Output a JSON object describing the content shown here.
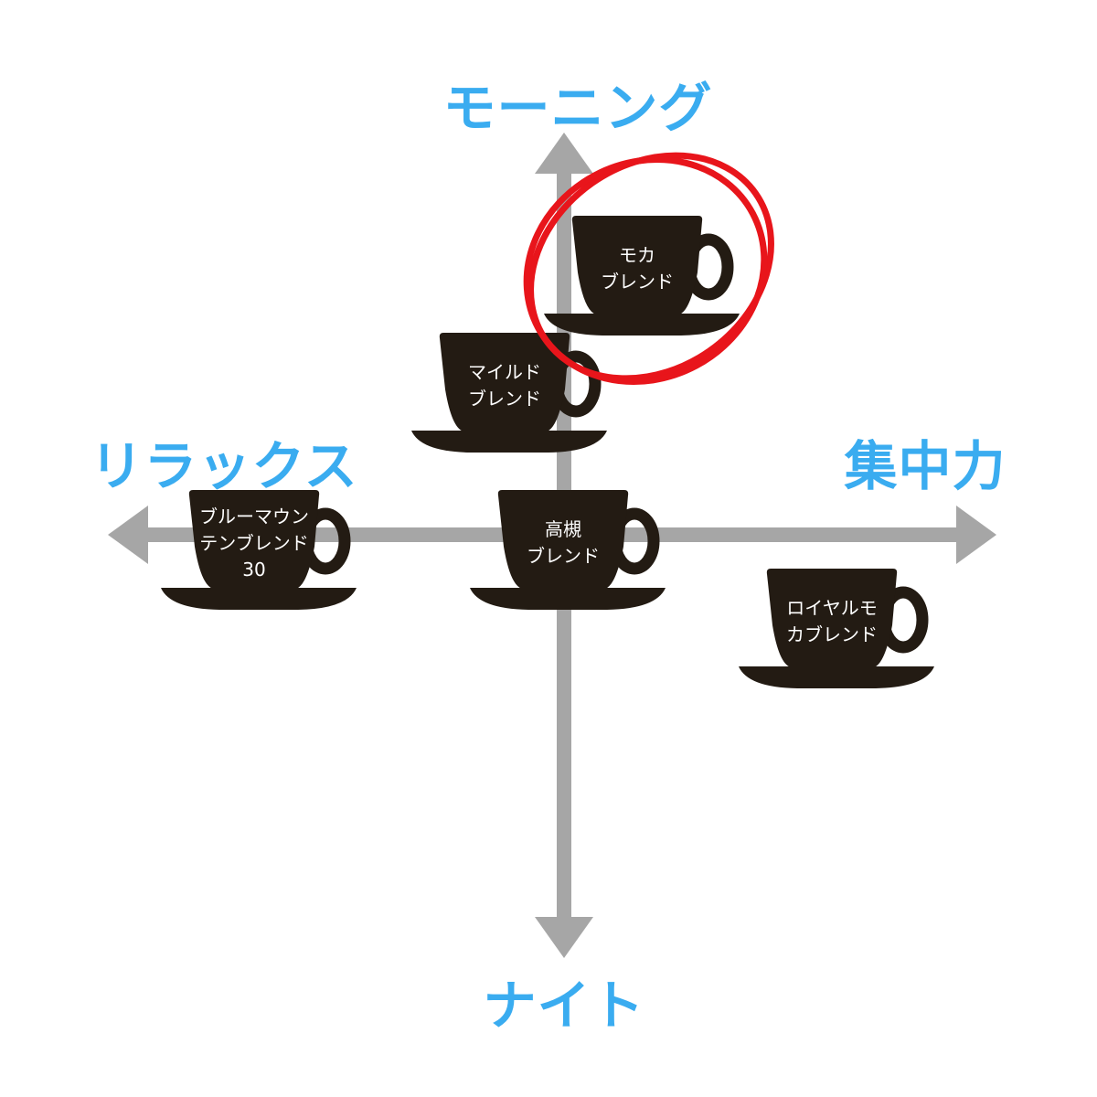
{
  "axes": {
    "top": "モーニング",
    "bottom": "ナイト",
    "left": "リラックス",
    "right": "集中力"
  },
  "colors": {
    "axis": "#a6a6a6",
    "label": "#3aacf0",
    "cup": "#231b13",
    "highlight": "#e8151b"
  },
  "items": [
    {
      "lines": [
        "モカ",
        "ブレンド"
      ],
      "highlighted": true
    },
    {
      "lines": [
        "マイルド",
        "ブレンド"
      ]
    },
    {
      "lines": [
        "ブルーマウン",
        "テンブレンド",
        "30"
      ]
    },
    {
      "lines": [
        "高槻",
        "ブレンド"
      ]
    },
    {
      "lines": [
        "ロイヤルモ",
        "カブレンド"
      ]
    }
  ]
}
